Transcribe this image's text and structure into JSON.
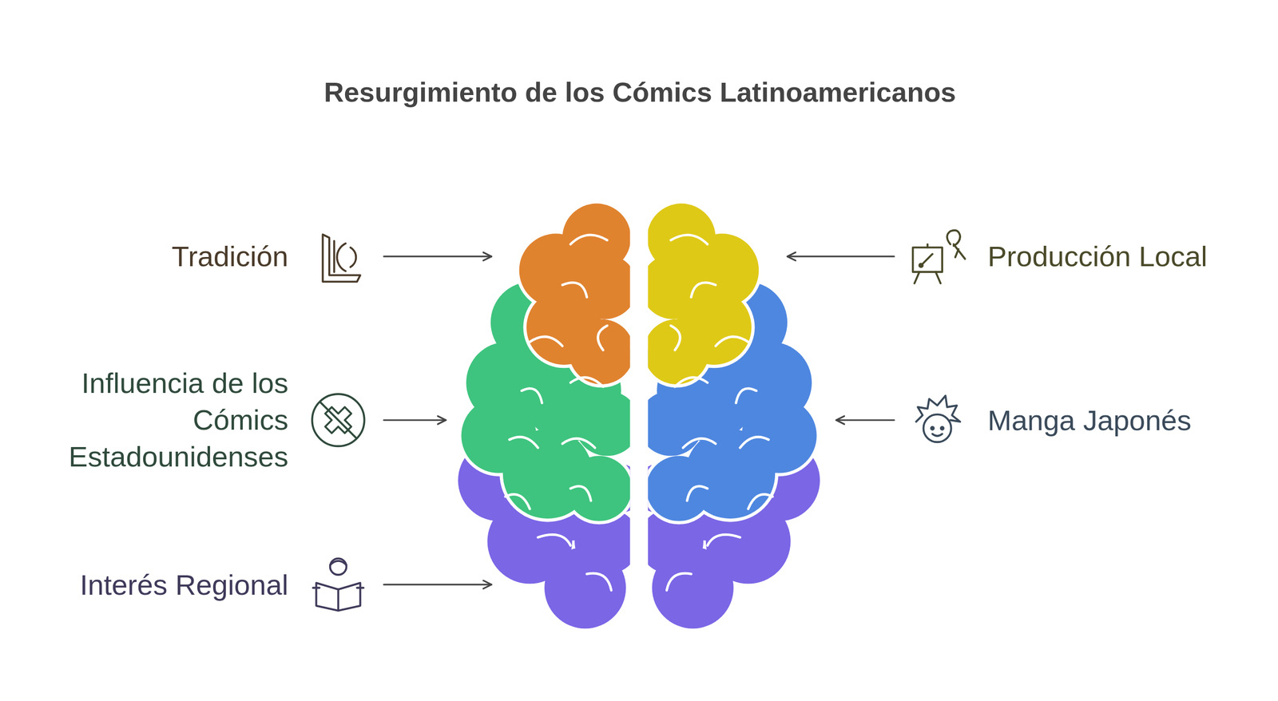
{
  "diagram": {
    "title": "Resurgimiento de los Cómics Latinoamericanos",
    "labels": [
      "Tradición",
      "Producción Local",
      "Influencia de los Cómics Estadounidenses",
      "Manga Japonés",
      "Interés Regional"
    ]
  }
}
